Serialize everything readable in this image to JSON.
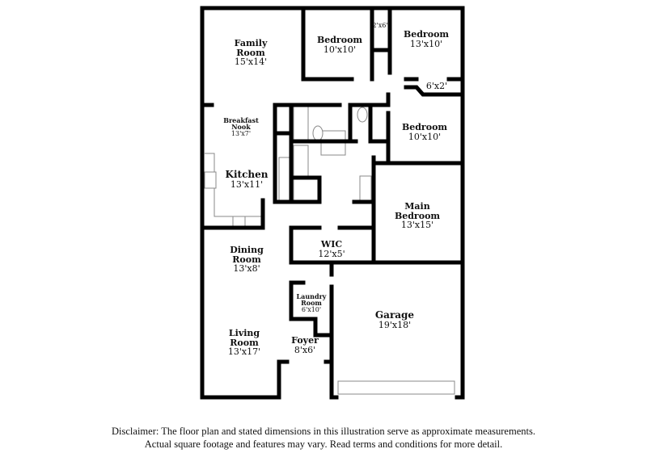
{
  "rooms": [
    {
      "name": "Family Room",
      "line1": "Family",
      "line2": "Room",
      "dims": "15'x14'"
    },
    {
      "name": "Bedroom",
      "dims": "10'x10'"
    },
    {
      "name": "",
      "dims": "2'x6'"
    },
    {
      "name": "Bedroom",
      "dims": "13'x10'"
    },
    {
      "name": "",
      "dims": "6'x2'"
    },
    {
      "name": "Breakfast Nook",
      "line1": "Breakfast",
      "line2": "Nook",
      "dims": "13'x7'"
    },
    {
      "name": "Bedroom",
      "dims": "10'x10'"
    },
    {
      "name": "Kitchen",
      "dims": "13'x11'"
    },
    {
      "name": "Main Bedroom",
      "line1": "Main",
      "line2": "Bedroom",
      "dims": "13'x15'"
    },
    {
      "name": "WIC",
      "dims": "12'x5'"
    },
    {
      "name": "Dining Room",
      "line1": "Dining",
      "line2": "Room",
      "dims": "13'x8'"
    },
    {
      "name": "Laundry Room",
      "line1": "Laundry",
      "line2": "Room",
      "dims": "6'x10'"
    },
    {
      "name": "Garage",
      "dims": "19'x18'"
    },
    {
      "name": "Living Room",
      "line1": "Living",
      "line2": "Room",
      "dims": "13'x17'"
    },
    {
      "name": "Foyer",
      "dims": "8'x6'"
    }
  ],
  "disclaimer": {
    "line1": "Disclaimer: The floor plan and stated dimensions in this illustration serve as approximate measurements.",
    "line2": "Actual square footage and features may vary. Read terms and conditions for more detail."
  }
}
